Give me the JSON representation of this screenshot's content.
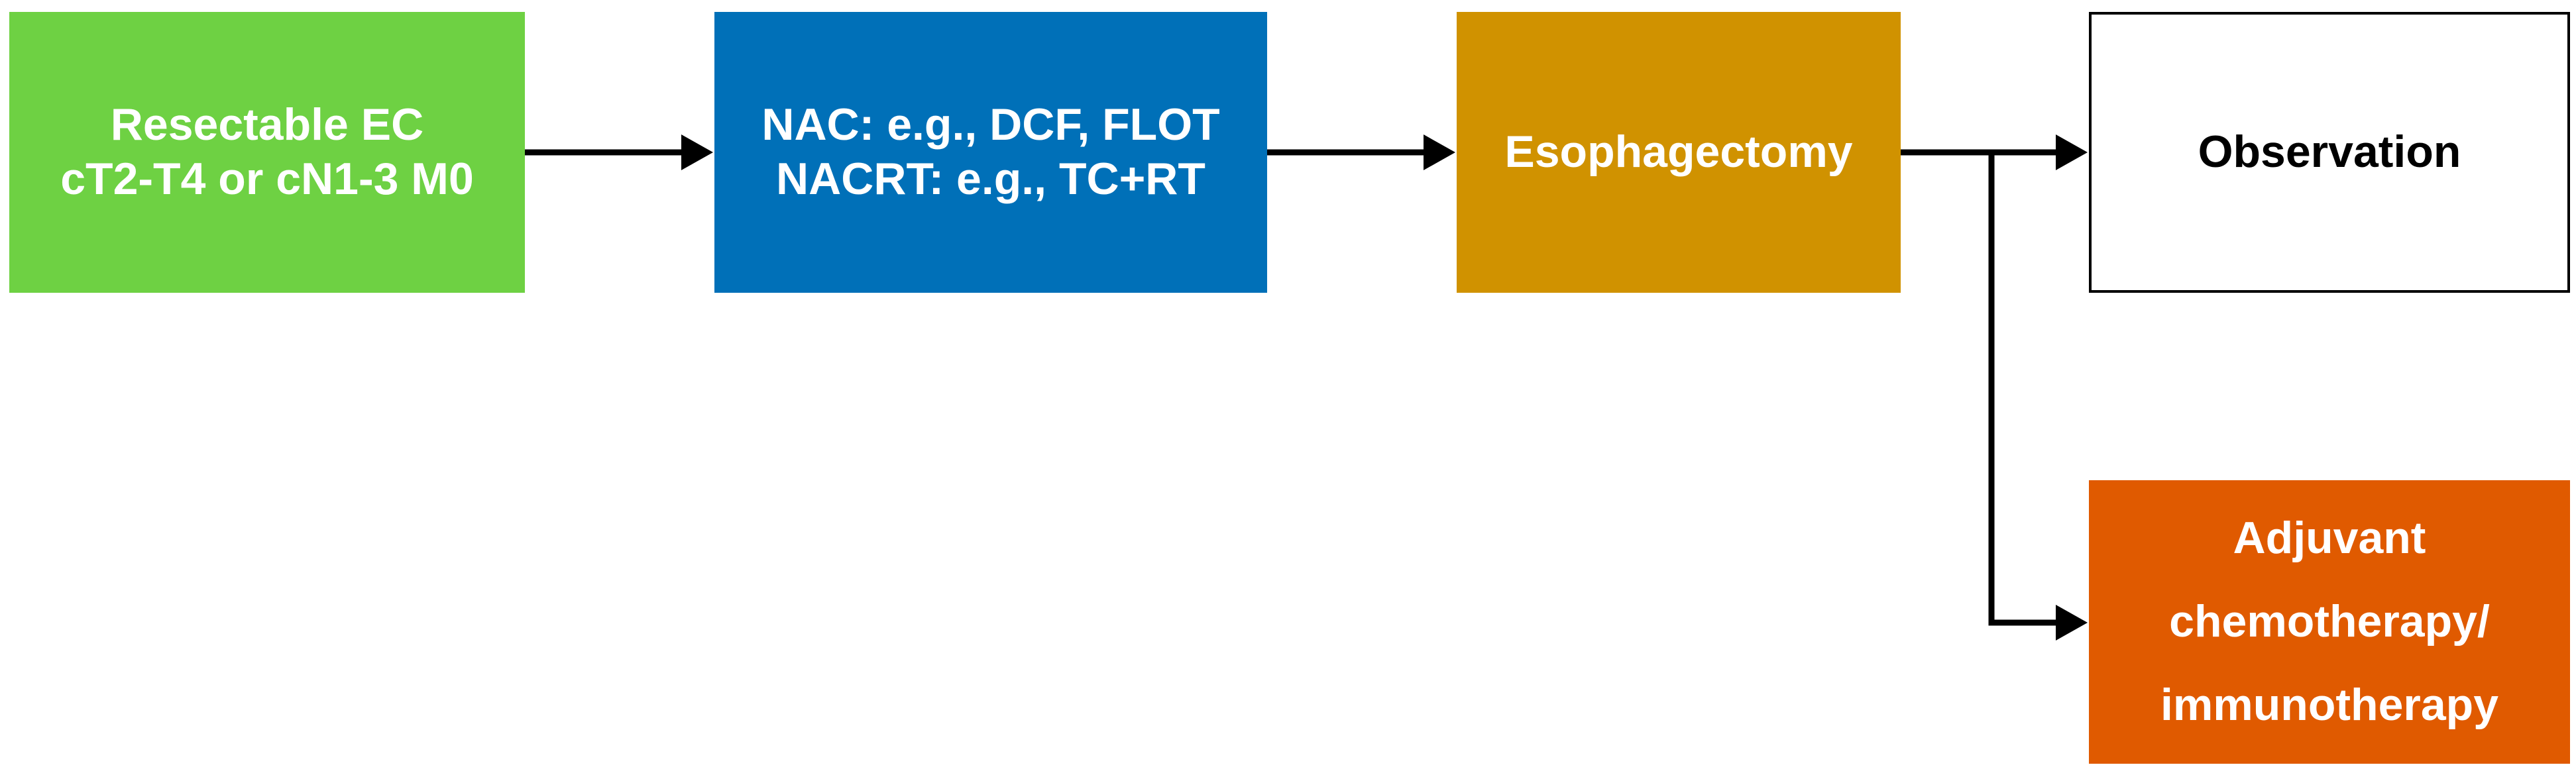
{
  "nodes": {
    "resectable": {
      "lines": [
        "Resectable EC",
        "cT2-T4 or cN1-3 M0"
      ],
      "color": "#6ED143"
    },
    "nac": {
      "lines": [
        "NAC: e.g., DCF, FLOT",
        "NACRT: e.g., TC+RT"
      ],
      "color": "#0070B8"
    },
    "esophagectomy": {
      "lines": [
        "Esophagectomy"
      ],
      "color": "#D09200"
    },
    "observation": {
      "lines": [
        "Observation"
      ],
      "color": "#FFFFFF"
    },
    "adjuvant": {
      "lines": [
        "Adjuvant",
        "chemotherapy/",
        "immunotherapy"
      ],
      "color": "#E05A00"
    }
  },
  "edges": [
    {
      "from": "resectable",
      "to": "nac"
    },
    {
      "from": "nac",
      "to": "esophagectomy"
    },
    {
      "from": "esophagectomy",
      "to": "observation"
    },
    {
      "from": "esophagectomy",
      "to": "adjuvant"
    }
  ],
  "colors": {
    "arrow": "#000000"
  }
}
